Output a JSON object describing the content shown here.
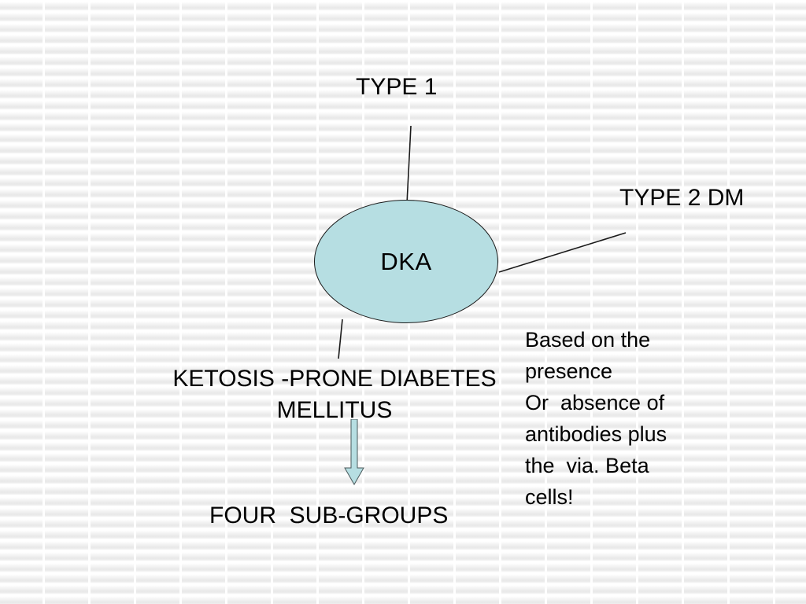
{
  "slide": {
    "background_color": "#f2f2f2",
    "accent_color": "#b6dee2",
    "line_color": "#1a1a1a"
  },
  "diagram": {
    "type": "concept-map",
    "center_node": {
      "label": "DKA",
      "shape": "ellipse",
      "fill": "#b6dee2"
    },
    "branches": [
      {
        "label": "TYPE 1",
        "position": "top"
      },
      {
        "label": "TYPE 2 DM",
        "position": "right"
      },
      {
        "label": "KETOSIS -PRONE DIABETES\nMELLITUS",
        "position": "bottom-left"
      }
    ],
    "note": "Based on the\npresence\nOr  absence of\nantibodies plus\nthe  via. Beta\ncells!",
    "flow": {
      "arrow": "down-arrow",
      "target_label": "FOUR  SUB-GROUPS"
    }
  }
}
